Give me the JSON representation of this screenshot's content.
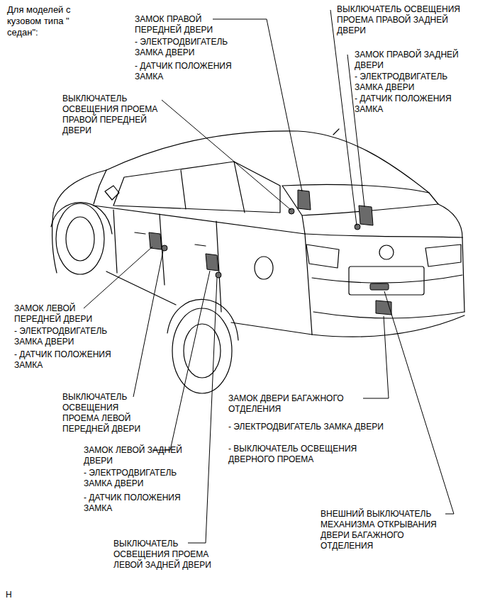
{
  "diagram": {
    "title": "Для моделей с кузовом типа \" седан\":",
    "labels": [
      "ЗАМОК ПРАВОЙ ПЕРЕДНЕЙ ДВЕРИ",
      "- ЭЛЕКТРОДВИГАТЕЛЬ ЗАМКА ДВЕРИ",
      "- ДАТЧИК ПОЛОЖЕНИЯ ЗАМКА",
      "ВЫКЛЮЧАТЕЛЬ ОСВЕЩЕНИЯ ПРОЕМА ПРАВОЙ ПЕРЕДНЕЙ ДВЕРИ",
      "ВЫКЛЮЧАТЕЛЬ ОСВЕЩЕНИЯ ПРОЕМА ПРАВОЙ ЗАДНЕЙ ДВЕРИ",
      "ЗАМОК ПРАВОЙ ЗАДНЕЙ ДВЕРИ",
      "- ЭЛЕКТРОДВИГАТЕЛЬ ЗАМКА ДВЕРИ",
      "- ДАТЧИК ПОЛОЖЕНИЯ ЗАМКА",
      "ЗАМОК ЛЕВОЙ ПЕРЕДНЕЙ ДВЕРИ",
      "- ЭЛЕКТРОДВИГАТЕЛЬ ЗАМКА ДВЕРИ",
      "- ДАТЧИК ПОЛОЖЕНИЯ ЗАМКА",
      "ВЫКЛЮЧАТЕЛЬ ОСВЕЩЕНИЯ ПРОЕМА ЛЕВОЙ ПЕРЕДНЕЙ ДВЕРИ",
      "ЗАМОК ЛЕВОЙ ЗАДНЕЙ ДВЕРИ",
      "- ЭЛЕКТРОДВИГАТЕЛЬ ЗАМКА ДВЕРИ",
      "- ДАТЧИК ПОЛОЖЕНИЯ ЗАМКА",
      "ВЫКЛЮЧАТЕЛЬ ОСВЕЩЕНИЯ ПРОЕМА ЛЕВОЙ ЗАДНЕЙ ДВЕРИ",
      "ЗАМОК ДВЕРИ БАГАЖНОГО ОТДЕЛЕНИЯ",
      "- ЭЛЕКТРОДВИГАТЕЛЬ ЗАМКА ДВЕРИ",
      "- ВЫКЛЮЧАТЕЛЬ ОСВЕЩЕНИЯ ДВЕРНОГО ПРОЕМА",
      "ВНЕШНИЙ ВЫКЛЮЧАТЕЛЬ МЕХАНИЗМА ОТКРЫВАНИЯ ДВЕРИ БАГАЖНОГО ОТДЕЛЕНИЯ",
      "H"
    ]
  }
}
